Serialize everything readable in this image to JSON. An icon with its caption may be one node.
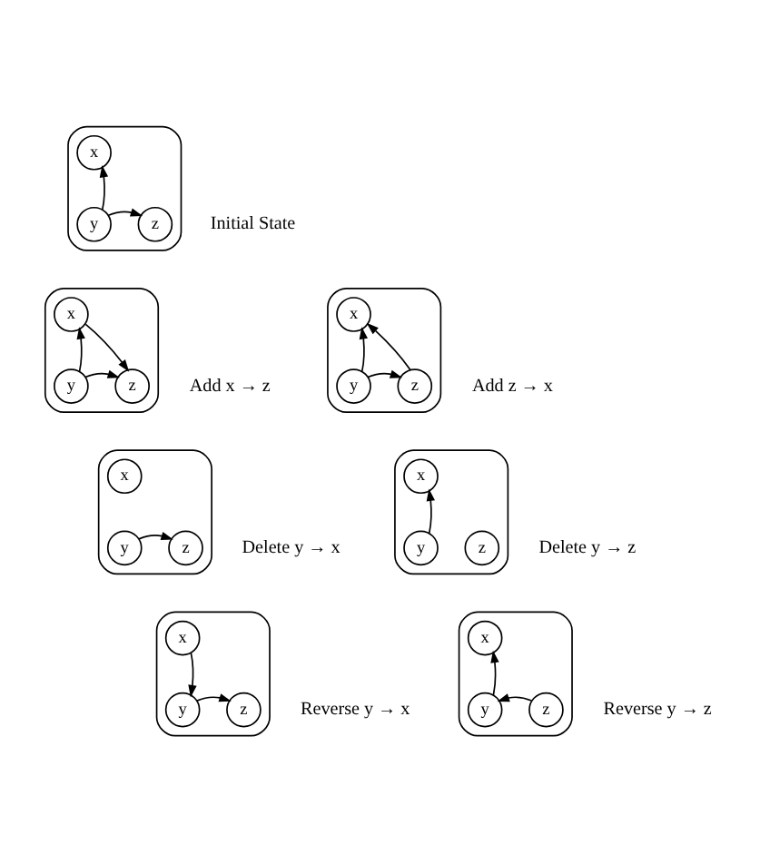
{
  "diagram": {
    "nodes": [
      {
        "text": [],
        "shape": "box",
        "beside": [
          "Initial State"
        ]
      },
      {
        "text": [
          "x"
        ],
        "in": 0
      },
      {
        "text": [
          "y"
        ],
        "in": 0
      },
      {
        "text": [
          "z"
        ],
        "in": 0
      },
      {
        "text": [],
        "shape": "box",
        "beside": [
          "Add x → z"
        ]
      },
      {
        "text": [
          "x"
        ],
        "in": 4
      },
      {
        "text": [
          "y"
        ],
        "in": 4
      },
      {
        "text": [
          "z"
        ],
        "in": 4
      },
      {
        "text": [],
        "shape": "box",
        "beside": [
          "Add z → x"
        ]
      },
      {
        "text": [
          "x"
        ],
        "in": 8
      },
      {
        "text": [
          "y"
        ],
        "in": 8
      },
      {
        "text": [
          "z"
        ],
        "in": 8
      },
      {
        "text": [],
        "shape": "box",
        "beside": [
          "Delete y → x"
        ]
      },
      {
        "text": [
          "x"
        ],
        "in": 12
      },
      {
        "text": [
          "y"
        ],
        "in": 12
      },
      {
        "text": [
          "z"
        ],
        "in": 12
      },
      {
        "text": [],
        "shape": "box",
        "beside": [
          "Delete y → z"
        ]
      },
      {
        "text": [
          "x"
        ],
        "in": 16
      },
      {
        "text": [
          "y"
        ],
        "in": 16
      },
      {
        "text": [
          "z"
        ],
        "in": 16
      },
      {
        "text": [],
        "shape": "box",
        "beside": [
          "Reverse y → x"
        ]
      },
      {
        "text": [
          "x"
        ],
        "in": 20
      },
      {
        "text": [
          "y"
        ],
        "in": 20
      },
      {
        "text": [
          "z"
        ],
        "in": 20
      },
      {
        "text": [],
        "shape": "box",
        "beside": [
          "Reverse y → z"
        ]
      },
      {
        "text": [
          "x"
        ],
        "in": 24
      },
      {
        "text": [
          "y"
        ],
        "in": 24
      },
      {
        "text": [
          "z"
        ],
        "in": 24
      }
    ],
    "edges": [
      {
        "from": 2,
        "to": 1,
        "arrow": "to"
      },
      {
        "from": 2,
        "to": 3,
        "arrow": "to"
      },
      {
        "from": 6,
        "to": 5,
        "arrow": "to"
      },
      {
        "from": 5,
        "to": 7,
        "arrow": "to"
      },
      {
        "from": 6,
        "to": 7,
        "arrow": "to"
      },
      {
        "from": 10,
        "to": 9,
        "arrow": "to"
      },
      {
        "from": 11,
        "to": 9,
        "arrow": "to"
      },
      {
        "from": 10,
        "to": 11,
        "arrow": "to"
      },
      {
        "from": 14,
        "to": 15,
        "arrow": "to"
      },
      {
        "from": 18,
        "to": 17,
        "arrow": "to"
      },
      {
        "from": 21,
        "to": 22,
        "arrow": "to"
      },
      {
        "from": 22,
        "to": 23,
        "arrow": "to"
      },
      {
        "from": 26,
        "to": 25,
        "arrow": "to"
      },
      {
        "from": 27,
        "to": 26,
        "arrow": "to"
      }
    ]
  }
}
